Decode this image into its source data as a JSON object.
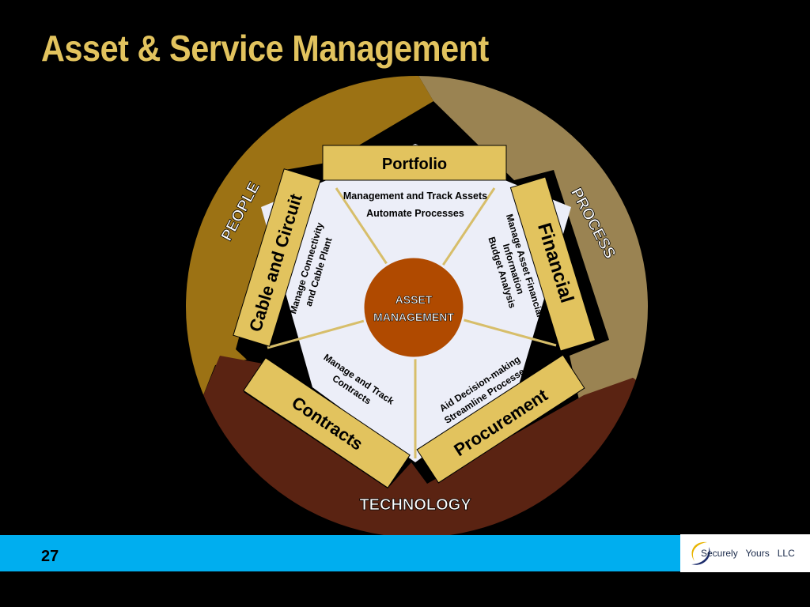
{
  "title": "Asset & Service Management",
  "ring": {
    "people": "PEOPLE",
    "process": "PROCESS",
    "technology": "TECHNOLOGY"
  },
  "center": {
    "line1": "ASSET",
    "line2": "MANAGEMENT"
  },
  "segments": {
    "portfolio": {
      "label": "Portfolio",
      "desc1": "Management and Track Assets",
      "desc2": "Automate Processes"
    },
    "financial": {
      "label": "Financial",
      "desc1": "Manage Asset Financial",
      "desc2": "Information",
      "desc3": "Budget Analysis"
    },
    "procurement": {
      "label": "Procurement",
      "desc1": "Aid Decision-making",
      "desc2": "Streamline Processes"
    },
    "contracts": {
      "label": "Contracts",
      "desc1": "Manage and Track",
      "desc2": "Contracts"
    },
    "cable": {
      "label": "Cable and Circuit",
      "desc1": "Manage Connectivity",
      "desc2": "and Cable Plant"
    }
  },
  "footer": {
    "page_number": "27",
    "logo_text": "Securely   Yours   LLC"
  },
  "colors": {
    "title": "#E2C35E",
    "people_arc": "#9C7214",
    "process_arc": "#9A8352",
    "technology_arc": "#5A2312",
    "label_panel": "#E2C35E",
    "pentagon_fill": "#ECEEF8",
    "center_circle": "#B04A00",
    "footer_bar": "#00AEEF"
  }
}
